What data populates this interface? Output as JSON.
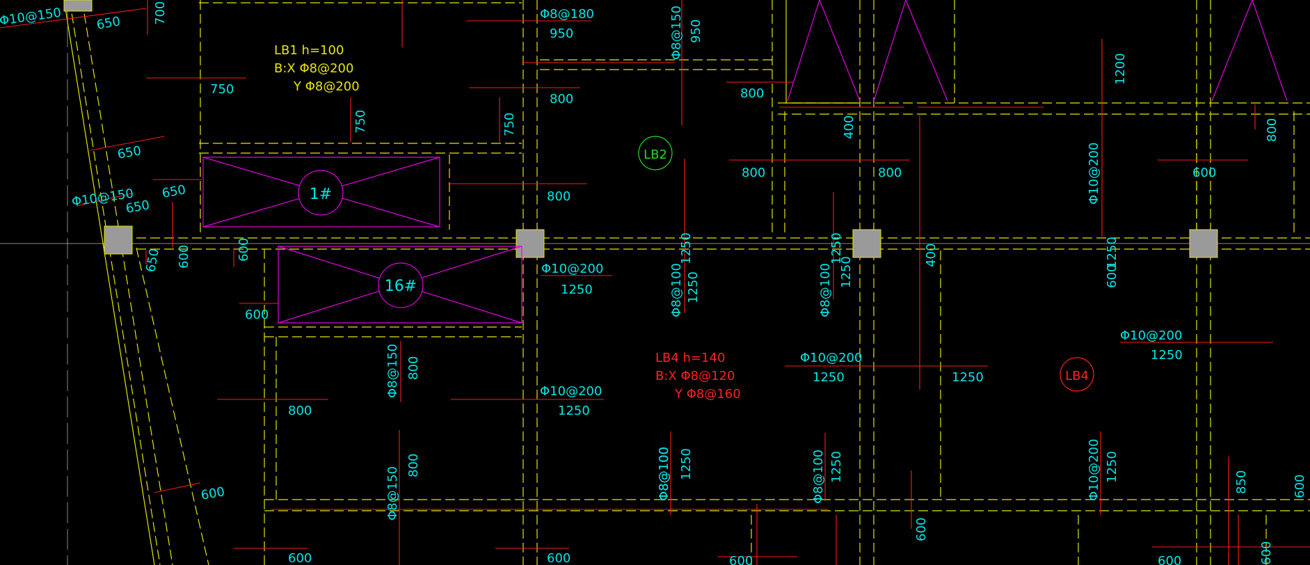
{
  "colors": {
    "background": "#000000",
    "beam": "#e6e600",
    "rebar": "#ff1a1a",
    "dimension": "#00e6e6",
    "opening": "#e600e6",
    "slab_label_green": "#22dd22",
    "slab_label_red": "#ff2020",
    "column": "#9a9a9a",
    "axis": "#8a8a8a"
  },
  "slabs": [
    {
      "id": "LB1",
      "name": "LB1 h=100",
      "bx": "B:X Φ8@200",
      "by": "Y Φ8@200",
      "color": "beam"
    },
    {
      "id": "LB4",
      "name": "LB4 h=140",
      "bx": "B:X Φ8@120",
      "by": "Y Φ8@160",
      "color": "slab_label_red"
    }
  ],
  "slab_tags": [
    {
      "text": "LB2",
      "color": "slab_label_green"
    },
    {
      "text": "LB4",
      "color": "slab_label_red"
    }
  ],
  "openings": [
    {
      "tag": "1#"
    },
    {
      "tag": "16#"
    }
  ],
  "rebar_labels": [
    "Φ10@150",
    "Φ10@150",
    "Φ8@180",
    "Φ8@150",
    "Φ10@200",
    "Φ8@100",
    "Φ8@100",
    "Φ10@200",
    "Φ10@200",
    "Φ8@150",
    "Φ10@200",
    "Φ10@200",
    "Φ8@100",
    "Φ8@100",
    "Φ8@150",
    "Φ10@200",
    "Φ8@100"
  ],
  "dimension_labels": [
    "650",
    "700",
    "950",
    "750",
    "750",
    "800",
    "750",
    "950",
    "800",
    "1200",
    "650",
    "650",
    "650",
    "400",
    "800",
    "800",
    "600",
    "800",
    "800",
    "600",
    "600",
    "650",
    "600",
    "400",
    "1250",
    "1250",
    "1250",
    "600",
    "1250",
    "1250",
    "1250",
    "800",
    "1250",
    "1250",
    "1250",
    "800",
    "1250",
    "800",
    "1250",
    "1250",
    "1250",
    "600",
    "600",
    "850",
    "600",
    "600",
    "600",
    "600",
    "600",
    "600"
  ]
}
